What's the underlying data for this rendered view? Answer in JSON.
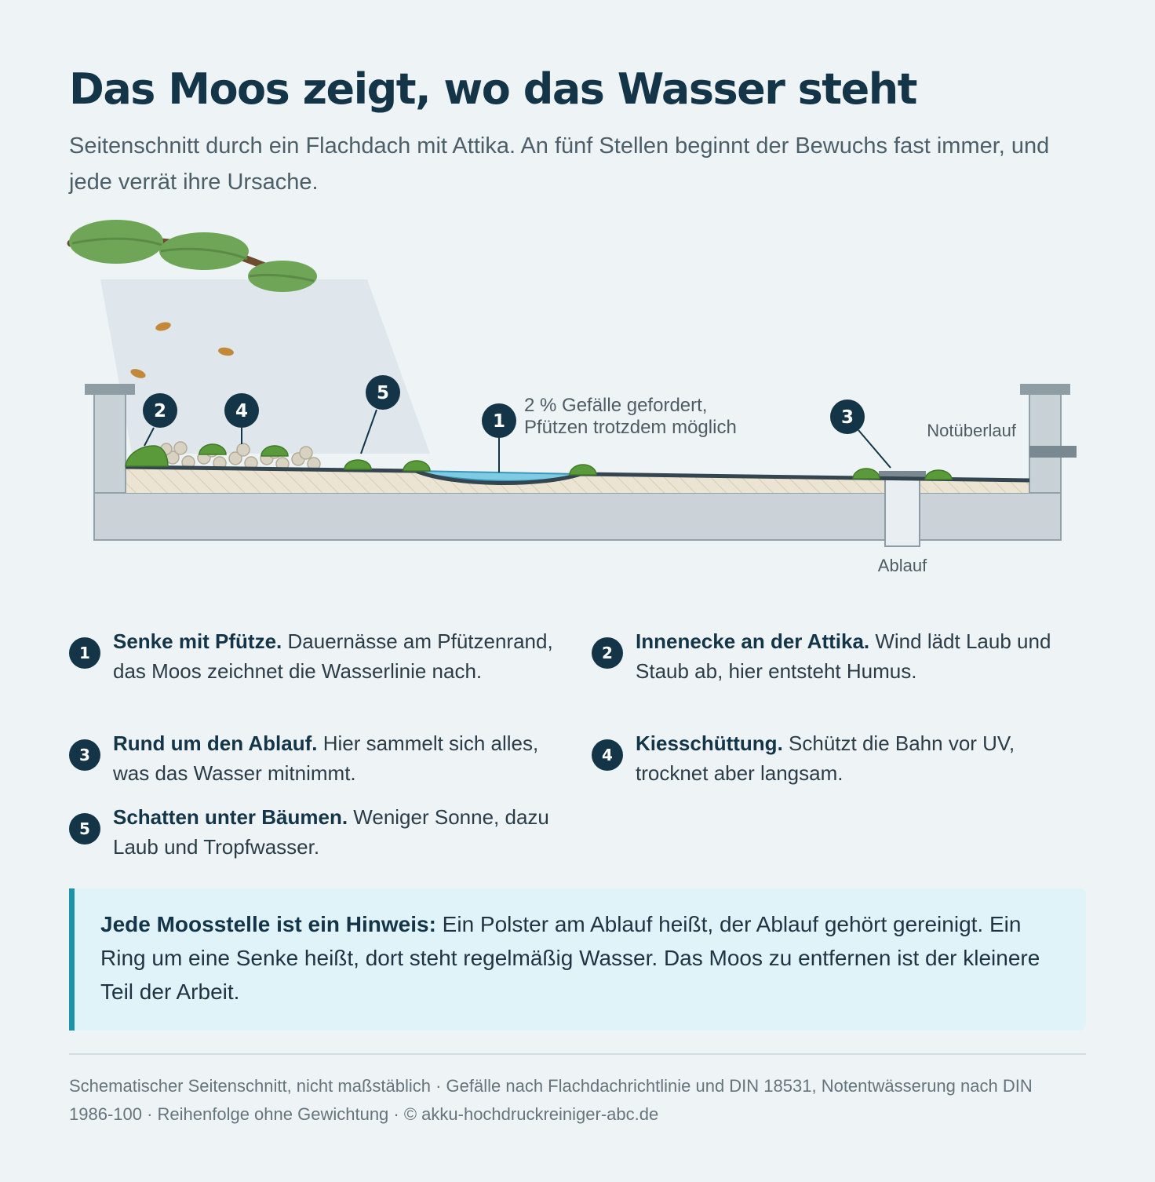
{
  "header": {
    "title": "Das Moos zeigt, wo das Wasser steht",
    "subtitle": "Seitenschnitt durch ein Flachdach mit Attika. An fünf Stellen beginnt der Bewuchs fast immer, und jede verrät ihre Ursache."
  },
  "diagram": {
    "slope_label_line1": "2 % Gefälle gefordert,",
    "slope_label_line2": "Pfützen trotzdem möglich",
    "overflow_label": "Notüberlauf",
    "drain_label": "Ablauf",
    "markers": [
      "1",
      "2",
      "3",
      "4",
      "5"
    ]
  },
  "legend": [
    {
      "number": "1",
      "title": "Senke mit Pfütze.",
      "text": " Dauernässe am Pfützenrand, das Moos zeichnet die Wasserlinie nach."
    },
    {
      "number": "2",
      "title": "Innenecke an der Attika.",
      "text": " Wind lädt Laub und Staub ab, hier entsteht Humus."
    },
    {
      "number": "3",
      "title": "Rund um den Ablauf.",
      "text": " Hier sammelt sich alles, was das Wasser mitnimmt."
    },
    {
      "number": "4",
      "title": "Kiesschüttung.",
      "text": " Schützt die Bahn vor UV, trocknet aber langsam."
    },
    {
      "number": "5",
      "title": "Schatten unter Bäumen.",
      "text": " Weniger Sonne, dazu Laub und Tropfwasser."
    }
  ],
  "note": {
    "title": "Jede Moosstelle ist ein Hinweis:",
    "text": " Ein Polster am Ablauf heißt, der Ablauf gehört gereinigt. Ein Ring um eine Senke heißt, dort steht regelmäßig Wasser. Das Moos zu entfernen ist der kleinere Teil der Arbeit."
  },
  "footer": {
    "text": "Schematischer Seitenschnitt, nicht maßstäblich · Gefälle nach Flachdachrichtlinie und DIN 18531, Notentwässerung nach DIN 1986-100 · Reihenfolge ohne Gewichtung · © akku-hochdruckreiniger-abc.de"
  },
  "colors": {
    "navy": "#143447",
    "moss": "#5a9a3a",
    "water": "#7fcbe3",
    "accent": "#1b93a8",
    "concrete": "#cbd3d8"
  }
}
